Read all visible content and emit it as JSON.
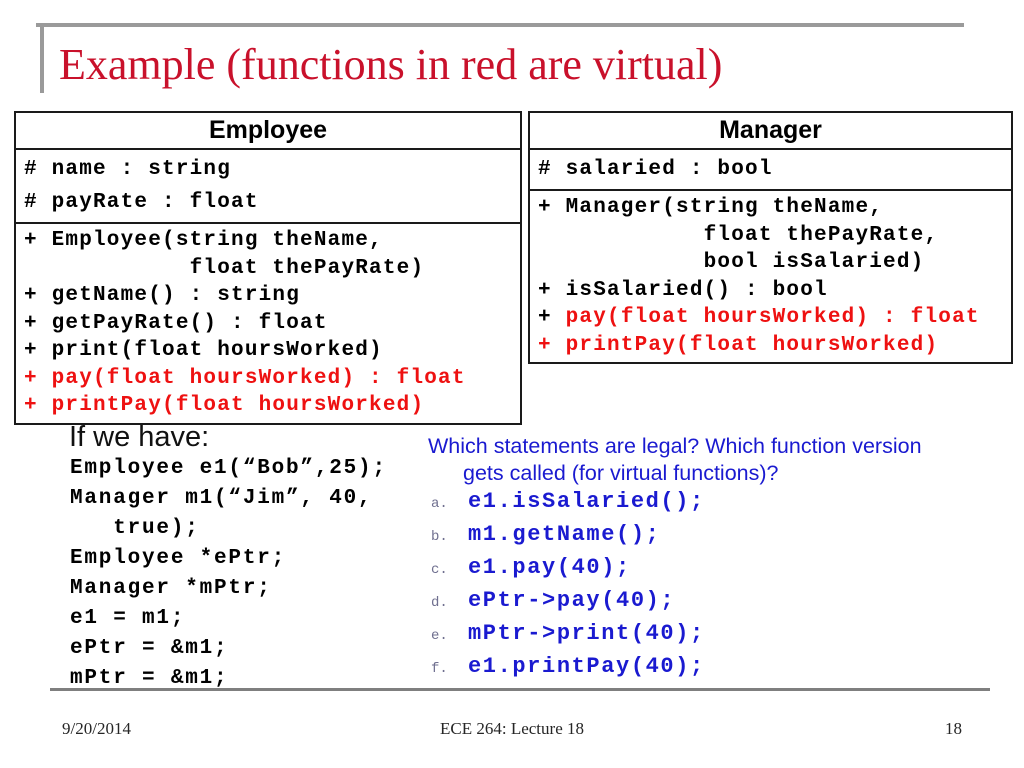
{
  "title": {
    "text": "Example (functions in red are virtual)"
  },
  "colors": {
    "title_red": "#C9112B",
    "code_red": "#EE1111",
    "blue": "#1A1AD0",
    "marker": "#6F6F8F",
    "bar": "#9A9A9A",
    "border": "#1A1A1A",
    "footer_line": "#7F7F7F",
    "footer_text": "#262626"
  },
  "employee_class": {
    "name": "Employee",
    "attributes": [
      "# name : string",
      "# payRate : float"
    ],
    "methods": [
      [
        {
          "t": "+ Employee(string theName,"
        }
      ],
      [
        {
          "t": "            float thePayRate)"
        }
      ],
      [
        {
          "t": "+ getName() : string"
        }
      ],
      [
        {
          "t": "+ getPayRate() : float"
        }
      ],
      [
        {
          "t": "+ print(float hoursWorked)"
        }
      ],
      [
        {
          "t": "+ pay(float hoursWorked) : float",
          "red": true
        }
      ],
      [
        {
          "t": "+ printPay(float hoursWorked)",
          "red": true
        }
      ]
    ]
  },
  "manager_class": {
    "name": "Manager",
    "attributes": [
      "# salaried : bool"
    ],
    "methods": [
      [
        {
          "t": "+ Manager(string theName,"
        }
      ],
      [
        {
          "t": "            float thePayRate,"
        }
      ],
      [
        {
          "t": "            bool isSalaried)"
        }
      ],
      [
        {
          "t": "+ isSalaried() : bool"
        }
      ],
      [
        {
          "t": "+ "
        },
        {
          "t": "pay(float hoursWorked) : float",
          "red": true
        }
      ],
      [
        {
          "t": "+ printPay(float hoursWorked)",
          "red": true
        }
      ]
    ]
  },
  "left_panel": {
    "heading": "If we have:",
    "code_lines": [
      "Employee e1(“Bob”,25);",
      "Manager m1(“Jim”, 40,",
      "   true);",
      "Employee *ePtr;",
      "Manager *mPtr;",
      "e1 = m1;",
      "ePtr = &m1;",
      "mPtr = &m1;"
    ]
  },
  "right_panel": {
    "question_line1": "Which statements are legal? Which function version",
    "question_line2": "gets called (for virtual functions)?",
    "items": [
      {
        "marker": "a.",
        "code": "e1.isSalaried();"
      },
      {
        "marker": "b.",
        "code": "m1.getName();"
      },
      {
        "marker": "c.",
        "code": "e1.pay(40);"
      },
      {
        "marker": "d.",
        "code": "ePtr->pay(40);"
      },
      {
        "marker": "e.",
        "code": "mPtr->print(40);"
      },
      {
        "marker": "f.",
        "code": "e1.printPay(40);"
      }
    ]
  },
  "footer": {
    "date": "9/20/2014",
    "center": "ECE 264: Lecture 18",
    "page": "18"
  }
}
